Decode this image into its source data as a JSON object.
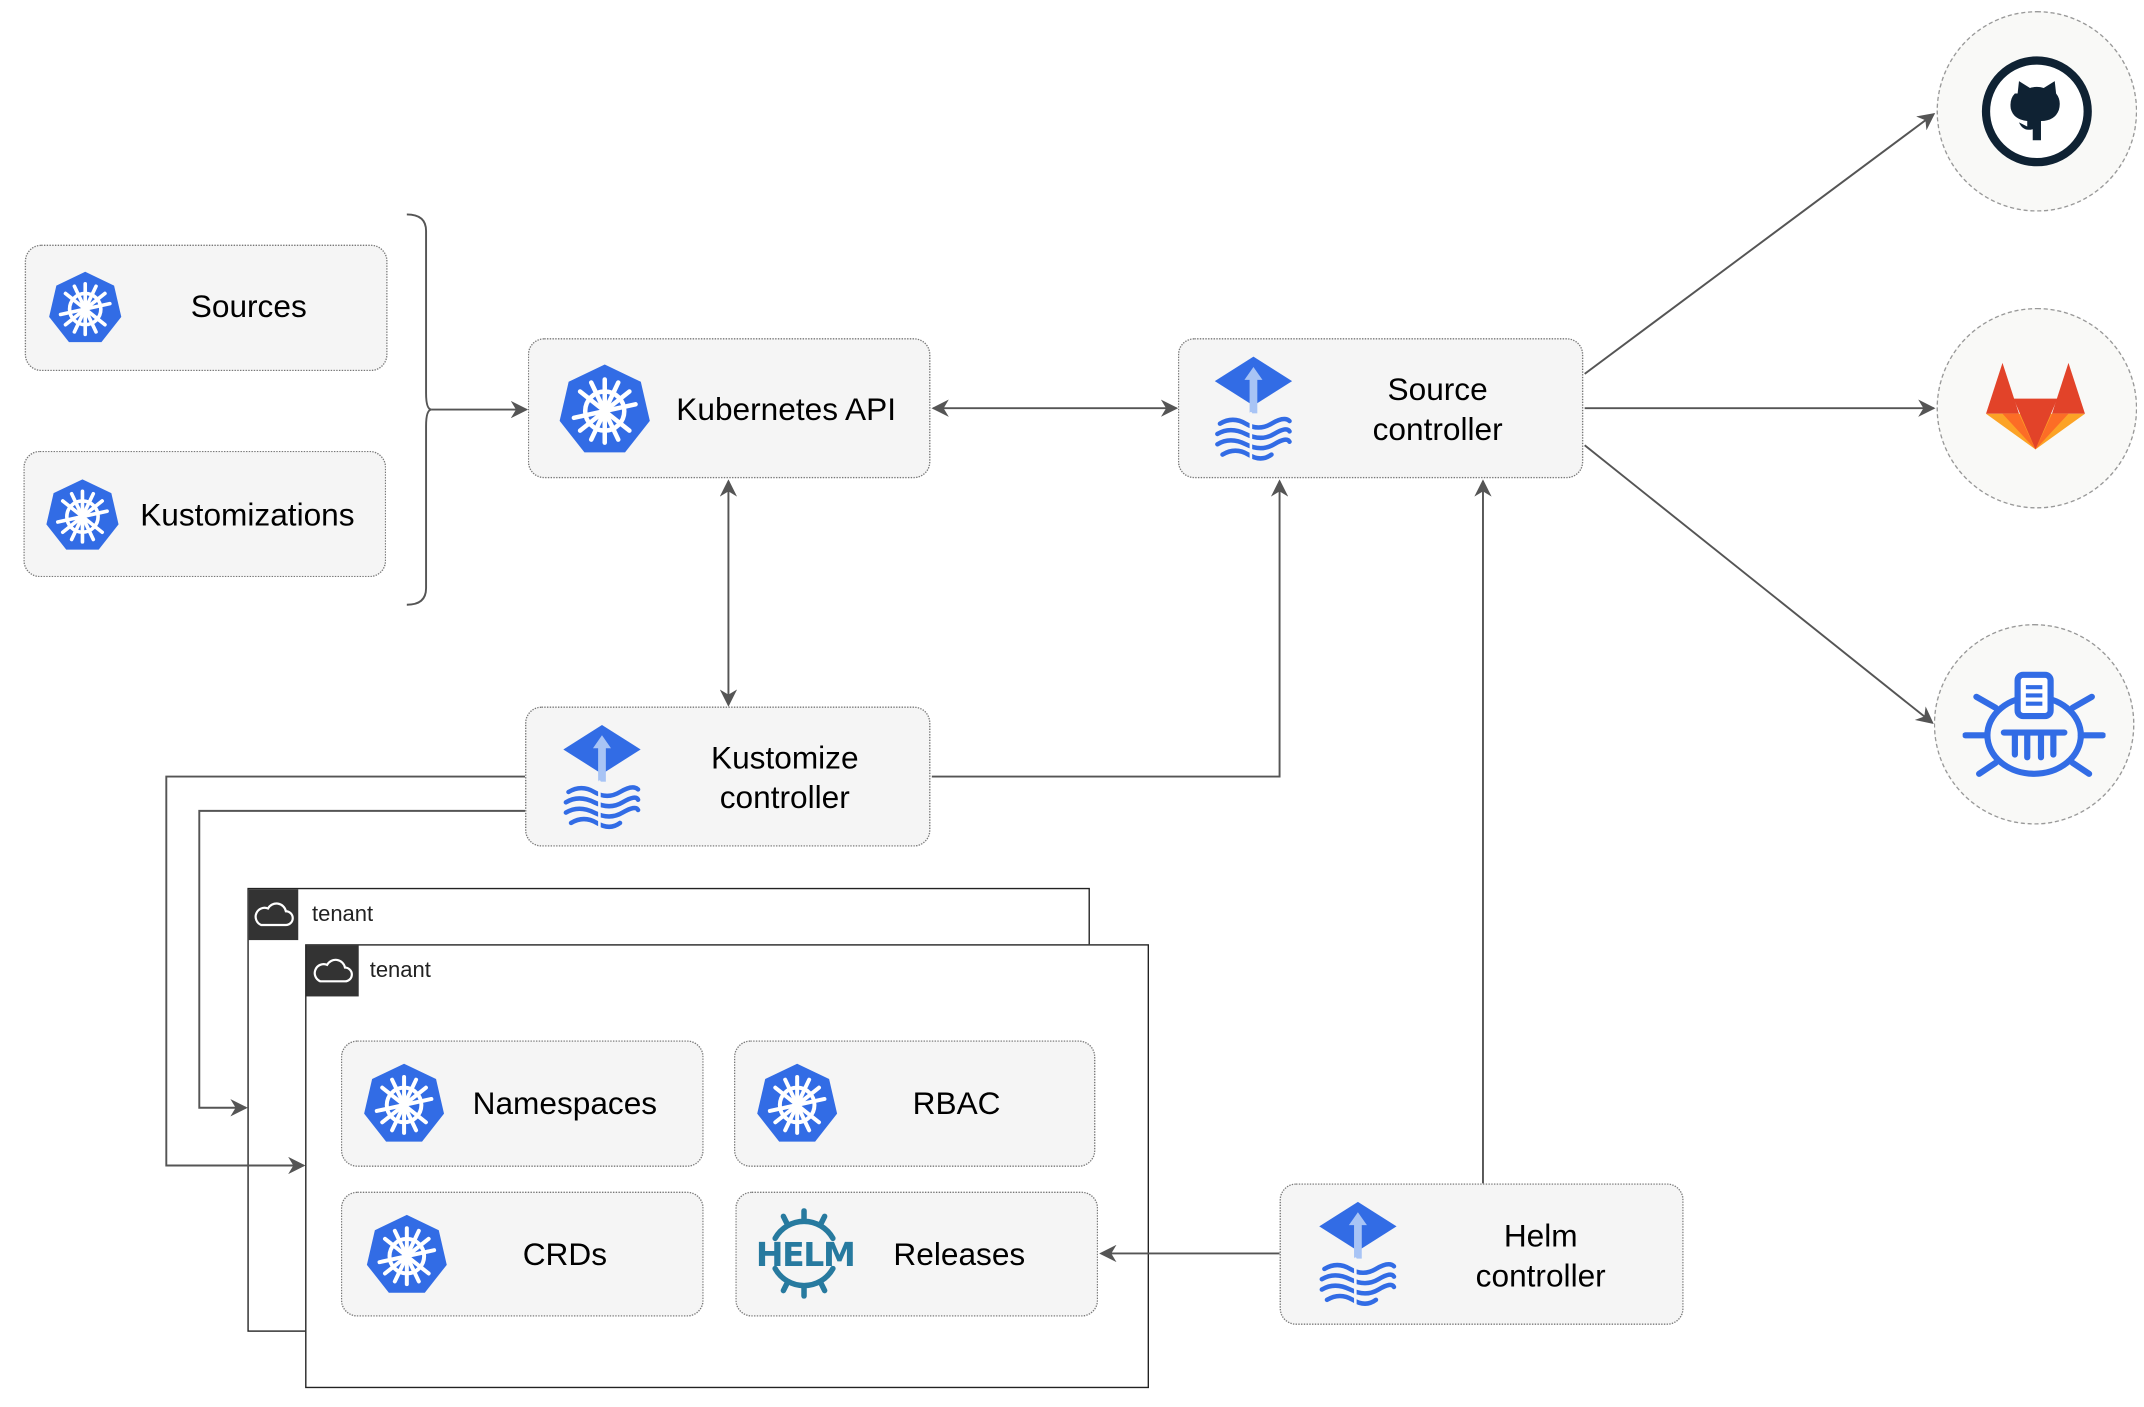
{
  "nodes": {
    "sources": {
      "label": "Sources",
      "icon": "kubernetes-icon"
    },
    "kustomizations": {
      "label": "Kustomizations",
      "icon": "kubernetes-icon"
    },
    "kubernetes_api": {
      "label": "Kubernetes API",
      "icon": "kubernetes-icon"
    },
    "source_controller": {
      "line1": "Source",
      "line2": "controller",
      "icon": "flux-icon"
    },
    "kustomize_controller": {
      "line1": "Kustomize",
      "line2": "controller",
      "icon": "flux-icon"
    },
    "helm_controller": {
      "line1": "Helm",
      "line2": "controller",
      "icon": "flux-icon"
    },
    "namespaces": {
      "label": "Namespaces",
      "icon": "kubernetes-icon"
    },
    "rbac": {
      "label": "RBAC",
      "icon": "kubernetes-icon"
    },
    "crds": {
      "label": "CRDs",
      "icon": "kubernetes-icon"
    },
    "releases": {
      "label": "Releases",
      "icon": "helm-icon",
      "icon_text": "HELM"
    }
  },
  "tenants": [
    {
      "label": "tenant",
      "icon": "cloud-icon"
    },
    {
      "label": "tenant",
      "icon": "cloud-icon"
    }
  ],
  "external": [
    {
      "name": "github",
      "icon": "github-icon"
    },
    {
      "name": "gitlab",
      "icon": "gitlab-icon"
    },
    {
      "name": "harbor",
      "icon": "harbor-icon"
    }
  ],
  "colors": {
    "k8s_blue": "#326ce5",
    "line": "#555555",
    "box_fill": "#f5f5f5",
    "gitlab_orange": "#e24329",
    "github_dark": "#0f2233",
    "helm_blue": "#277a9f"
  }
}
